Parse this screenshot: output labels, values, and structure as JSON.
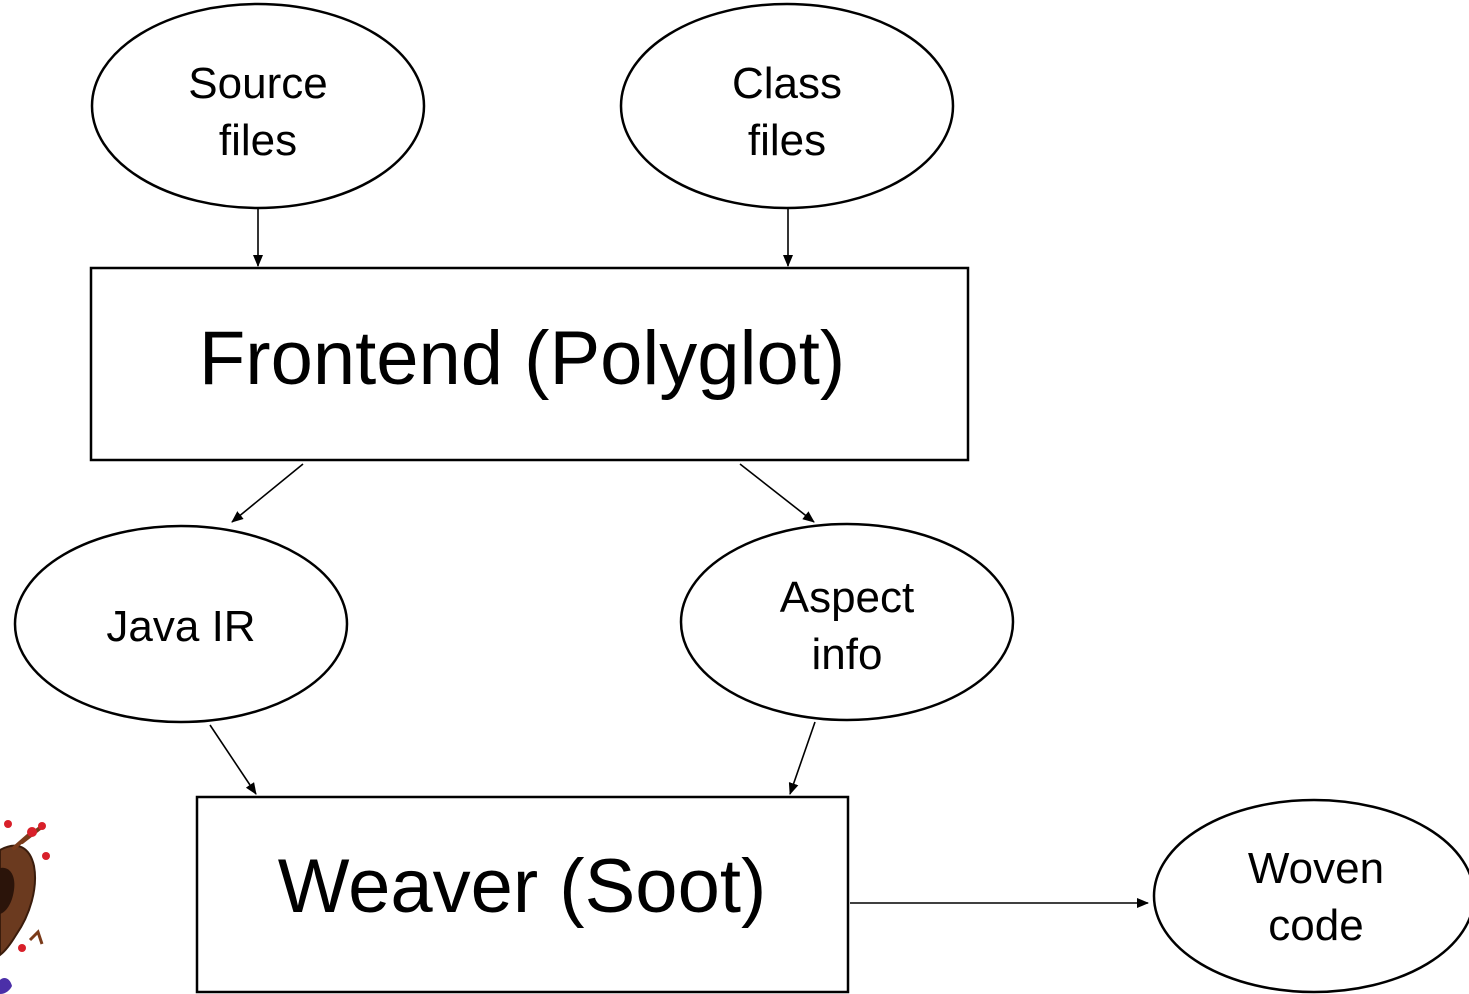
{
  "diagram": {
    "nodes": {
      "source_files": {
        "line1": "Source",
        "line2": "files"
      },
      "class_files": {
        "line1": "Class",
        "line2": "files"
      },
      "frontend": {
        "label": "Frontend (Polyglot)"
      },
      "java_ir": {
        "label": "Java IR"
      },
      "aspect_info": {
        "line1": "Aspect",
        "line2": "info"
      },
      "weaver": {
        "label": "Weaver (Soot)"
      },
      "woven_code": {
        "line1": "Woven",
        "line2": "code"
      }
    },
    "edges": [
      {
        "from": "Source files",
        "to": "Frontend (Polyglot)"
      },
      {
        "from": "Class files",
        "to": "Frontend (Polyglot)"
      },
      {
        "from": "Frontend (Polyglot)",
        "to": "Java IR"
      },
      {
        "from": "Frontend (Polyglot)",
        "to": "Aspect info"
      },
      {
        "from": "Java IR",
        "to": "Weaver (Soot)"
      },
      {
        "from": "Aspect info",
        "to": "Weaver (Soot)"
      },
      {
        "from": "Weaver (Soot)",
        "to": "Woven code"
      }
    ],
    "colors": {
      "stroke": "#000000",
      "fill": "#ffffff",
      "text": "#000000"
    }
  }
}
